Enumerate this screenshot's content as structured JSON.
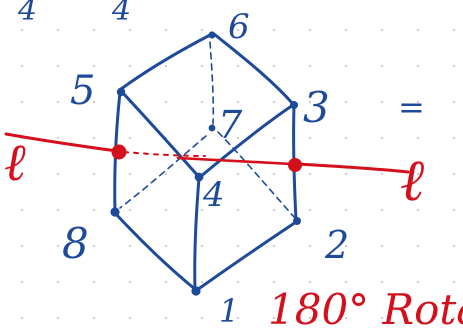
{
  "labels": {
    "top_left_a": "4",
    "top_left_b": "4",
    "v1": "1",
    "v2": "2",
    "v3": "3",
    "v4": "4",
    "v5": "5",
    "v6": "6",
    "v7": "7",
    "v8": "8",
    "equals": "=",
    "axis_left": "ℓ",
    "axis_right": "ℓ",
    "caption": "180° Rotat"
  },
  "colors": {
    "ink_blue": "#1e4a9a",
    "ink_red": "#d4101c",
    "grid_dot": "#c9ccd1"
  }
}
